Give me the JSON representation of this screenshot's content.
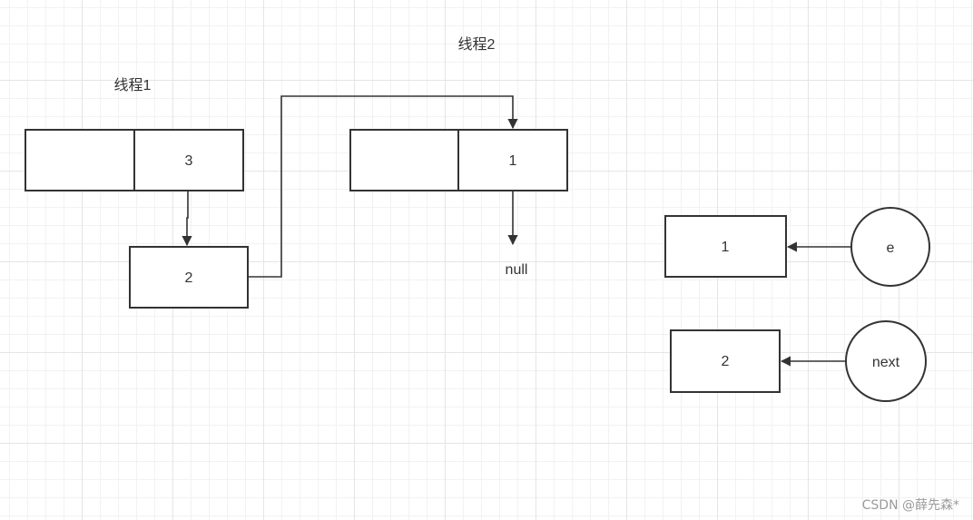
{
  "diagram": {
    "thread1_label": "线程1",
    "thread2_label": "线程2",
    "thread1_node_value": "3",
    "thread1_next_value": "2",
    "thread2_node_value": "1",
    "null_label": "null",
    "e_node_value": "1",
    "next_node_value": "2",
    "e_label": "e",
    "next_label": "next"
  },
  "watermark": "CSDN @薛先森*"
}
